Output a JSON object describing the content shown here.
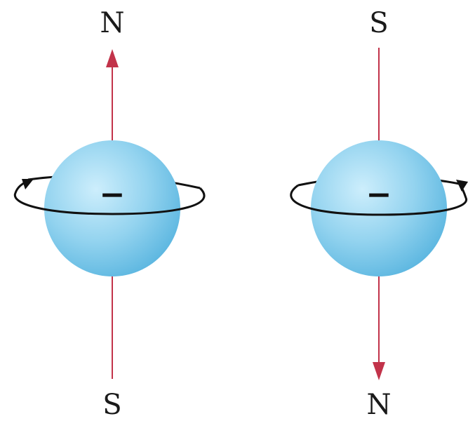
{
  "diagram": {
    "colors": {
      "axis": "#c2334a",
      "sphere_light": "#cdeefc",
      "sphere_mid": "#93d3ef",
      "sphere_dark": "#5bb6e0",
      "orbit": "#111111",
      "text": "#1a1a1a"
    },
    "electrons": [
      {
        "charge": "−",
        "spin": "counterclockwise",
        "top_pole": "N",
        "bottom_pole": "S",
        "arrow_direction": "up"
      },
      {
        "charge": "−",
        "spin": "clockwise",
        "top_pole": "S",
        "bottom_pole": "N",
        "arrow_direction": "down"
      }
    ]
  }
}
